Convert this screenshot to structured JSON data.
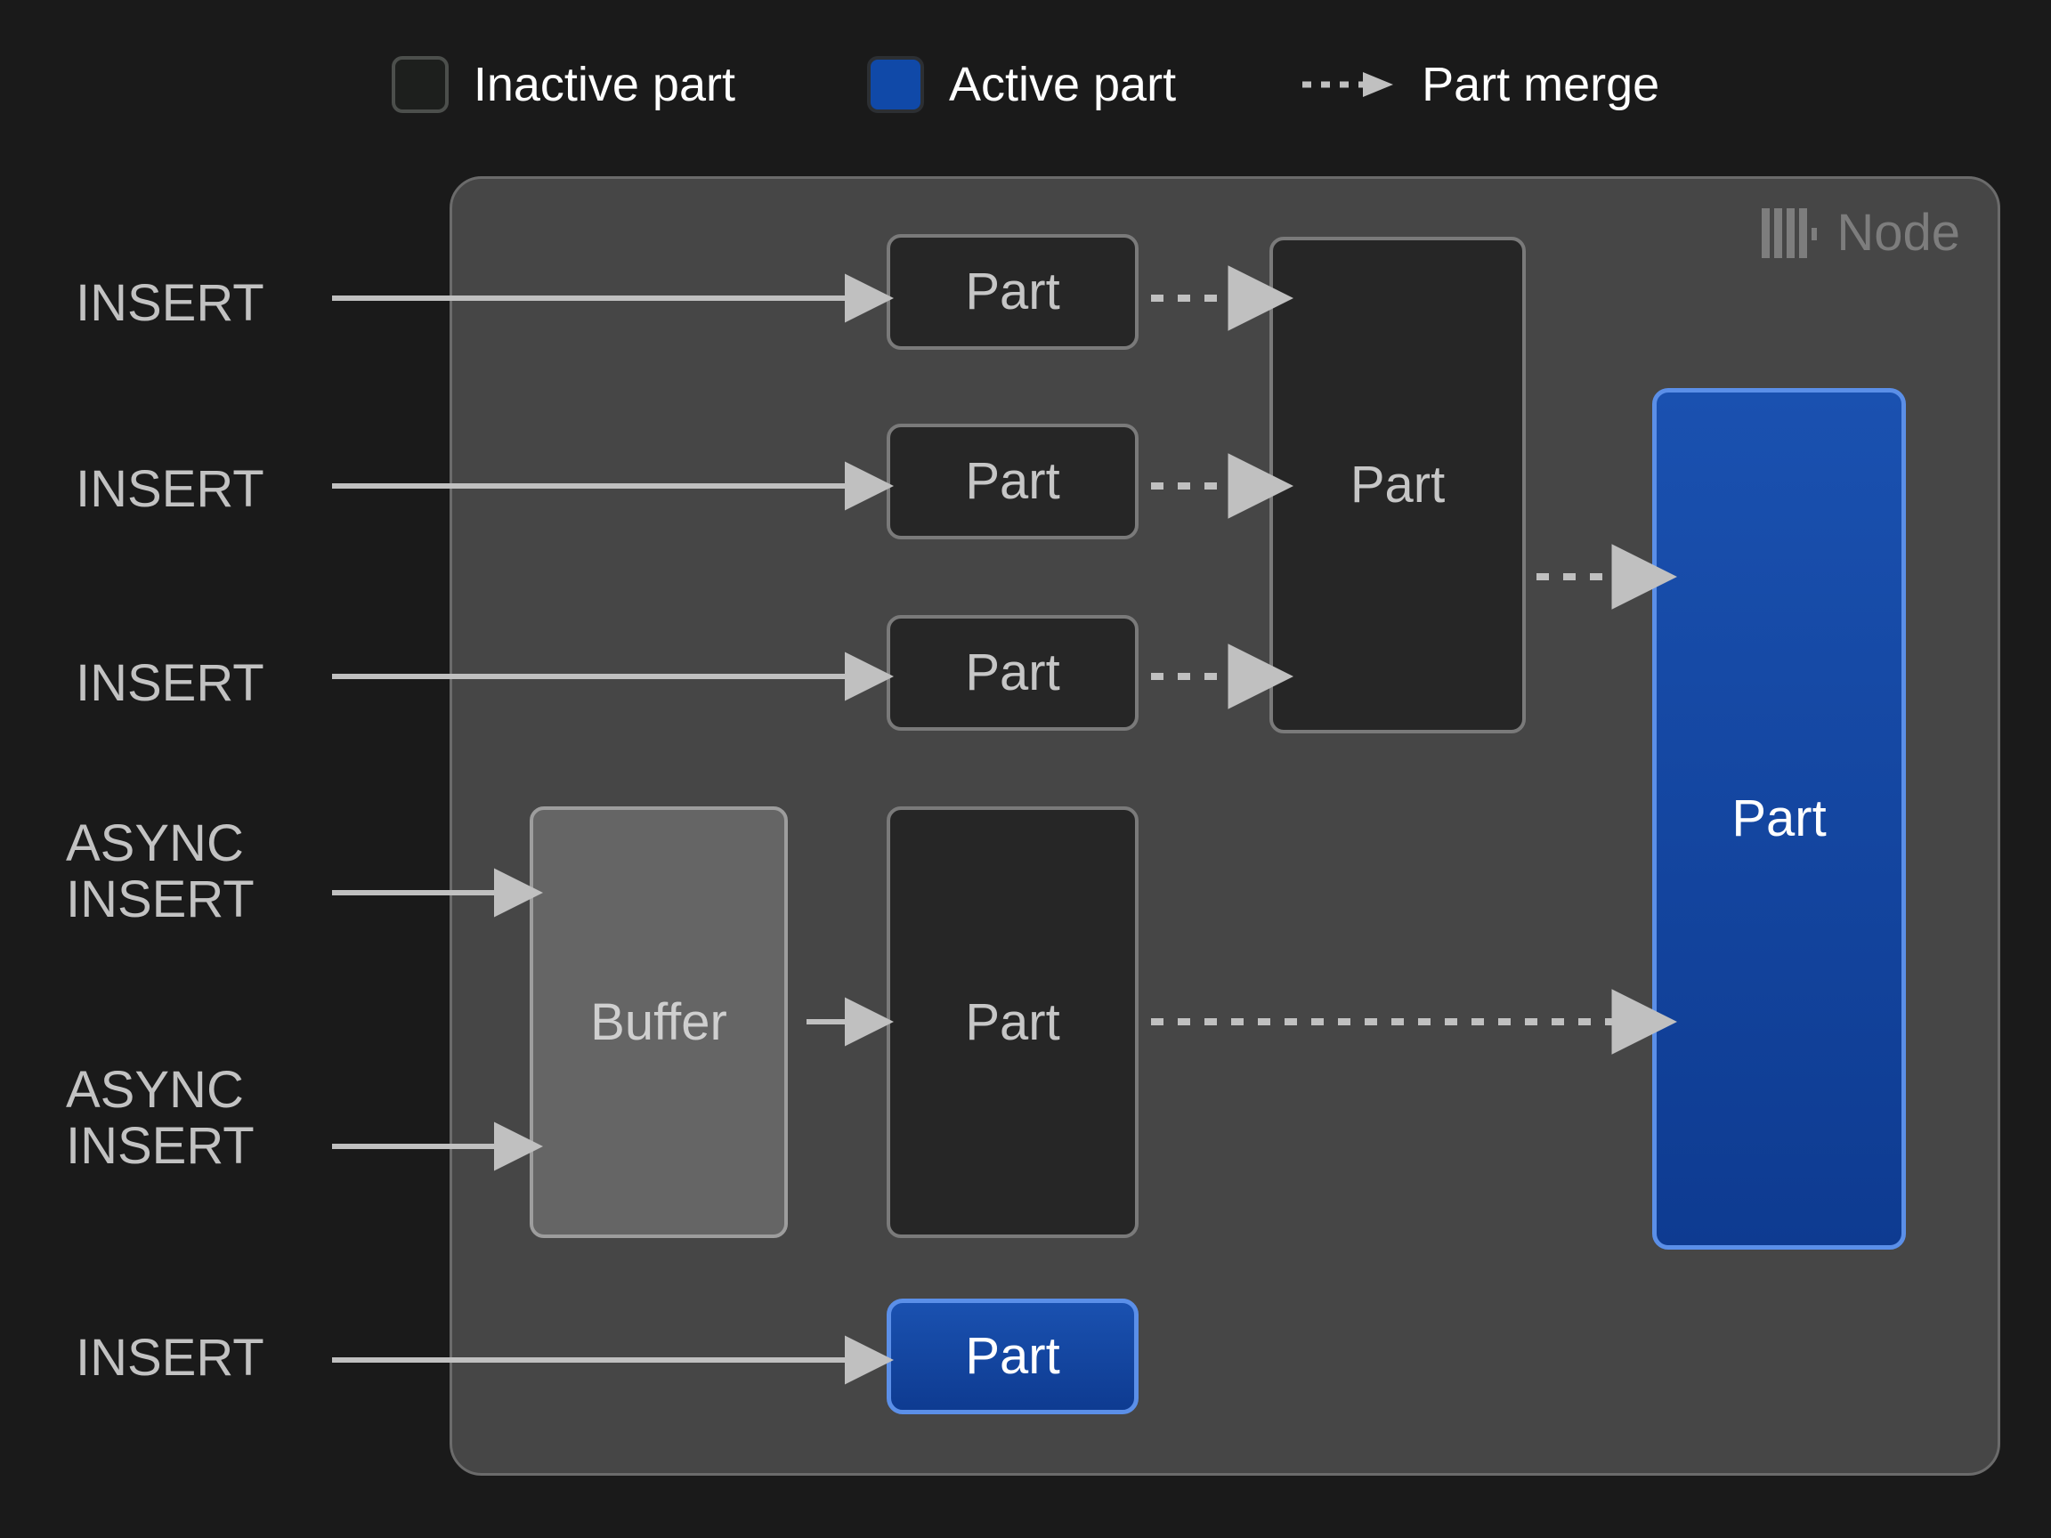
{
  "colors": {
    "page_background": "#1a1a1a",
    "node_background": "#464646",
    "node_border": "#6b6b6b",
    "inactive_part_fill": "#262626",
    "inactive_part_border": "#7a7a7a",
    "active_part_fill": "#1049a8",
    "active_part_border": "#5b8fe8",
    "buffer_fill": "#656565",
    "buffer_border": "#9d9d9d",
    "arrow": "#c0c0c0",
    "label_text": "#c2c2c2",
    "node_title_text": "#7d7d7d",
    "legend_text": "#ffffff"
  },
  "legend": {
    "items": [
      {
        "label": "Inactive part",
        "icon": "inactive-part-swatch",
        "type": "swatch"
      },
      {
        "label": "Active part",
        "icon": "active-part-swatch",
        "type": "swatch"
      },
      {
        "label": "Part merge",
        "icon": "dashed-arrow-icon",
        "type": "arrow"
      }
    ]
  },
  "node": {
    "title": "Node",
    "logo_icon": "clickhouse-logo-icon"
  },
  "inputs": [
    {
      "label": "INSERT",
      "id": "insert-1"
    },
    {
      "label": "INSERT",
      "id": "insert-2"
    },
    {
      "label": "INSERT",
      "id": "insert-3"
    },
    {
      "label": "ASYNC\nINSERT",
      "id": "async-insert-1"
    },
    {
      "label": "ASYNC\nINSERT",
      "id": "async-insert-2"
    },
    {
      "label": "INSERT",
      "id": "insert-4"
    }
  ],
  "boxes": {
    "staged_parts": [
      {
        "label": "Part",
        "state": "inactive",
        "id": "part-staged-1"
      },
      {
        "label": "Part",
        "state": "inactive",
        "id": "part-staged-2"
      },
      {
        "label": "Part",
        "state": "inactive",
        "id": "part-staged-3"
      }
    ],
    "merged_part": {
      "label": "Part",
      "state": "inactive",
      "id": "part-merged"
    },
    "buffer": {
      "label": "Buffer",
      "state": "buffer",
      "id": "buffer-box"
    },
    "buffer_part": {
      "label": "Part",
      "state": "inactive",
      "id": "part-from-buffer"
    },
    "final_part": {
      "label": "Part",
      "state": "active",
      "id": "part-final"
    },
    "direct_part": {
      "label": "Part",
      "state": "active",
      "id": "part-direct-insert"
    }
  }
}
